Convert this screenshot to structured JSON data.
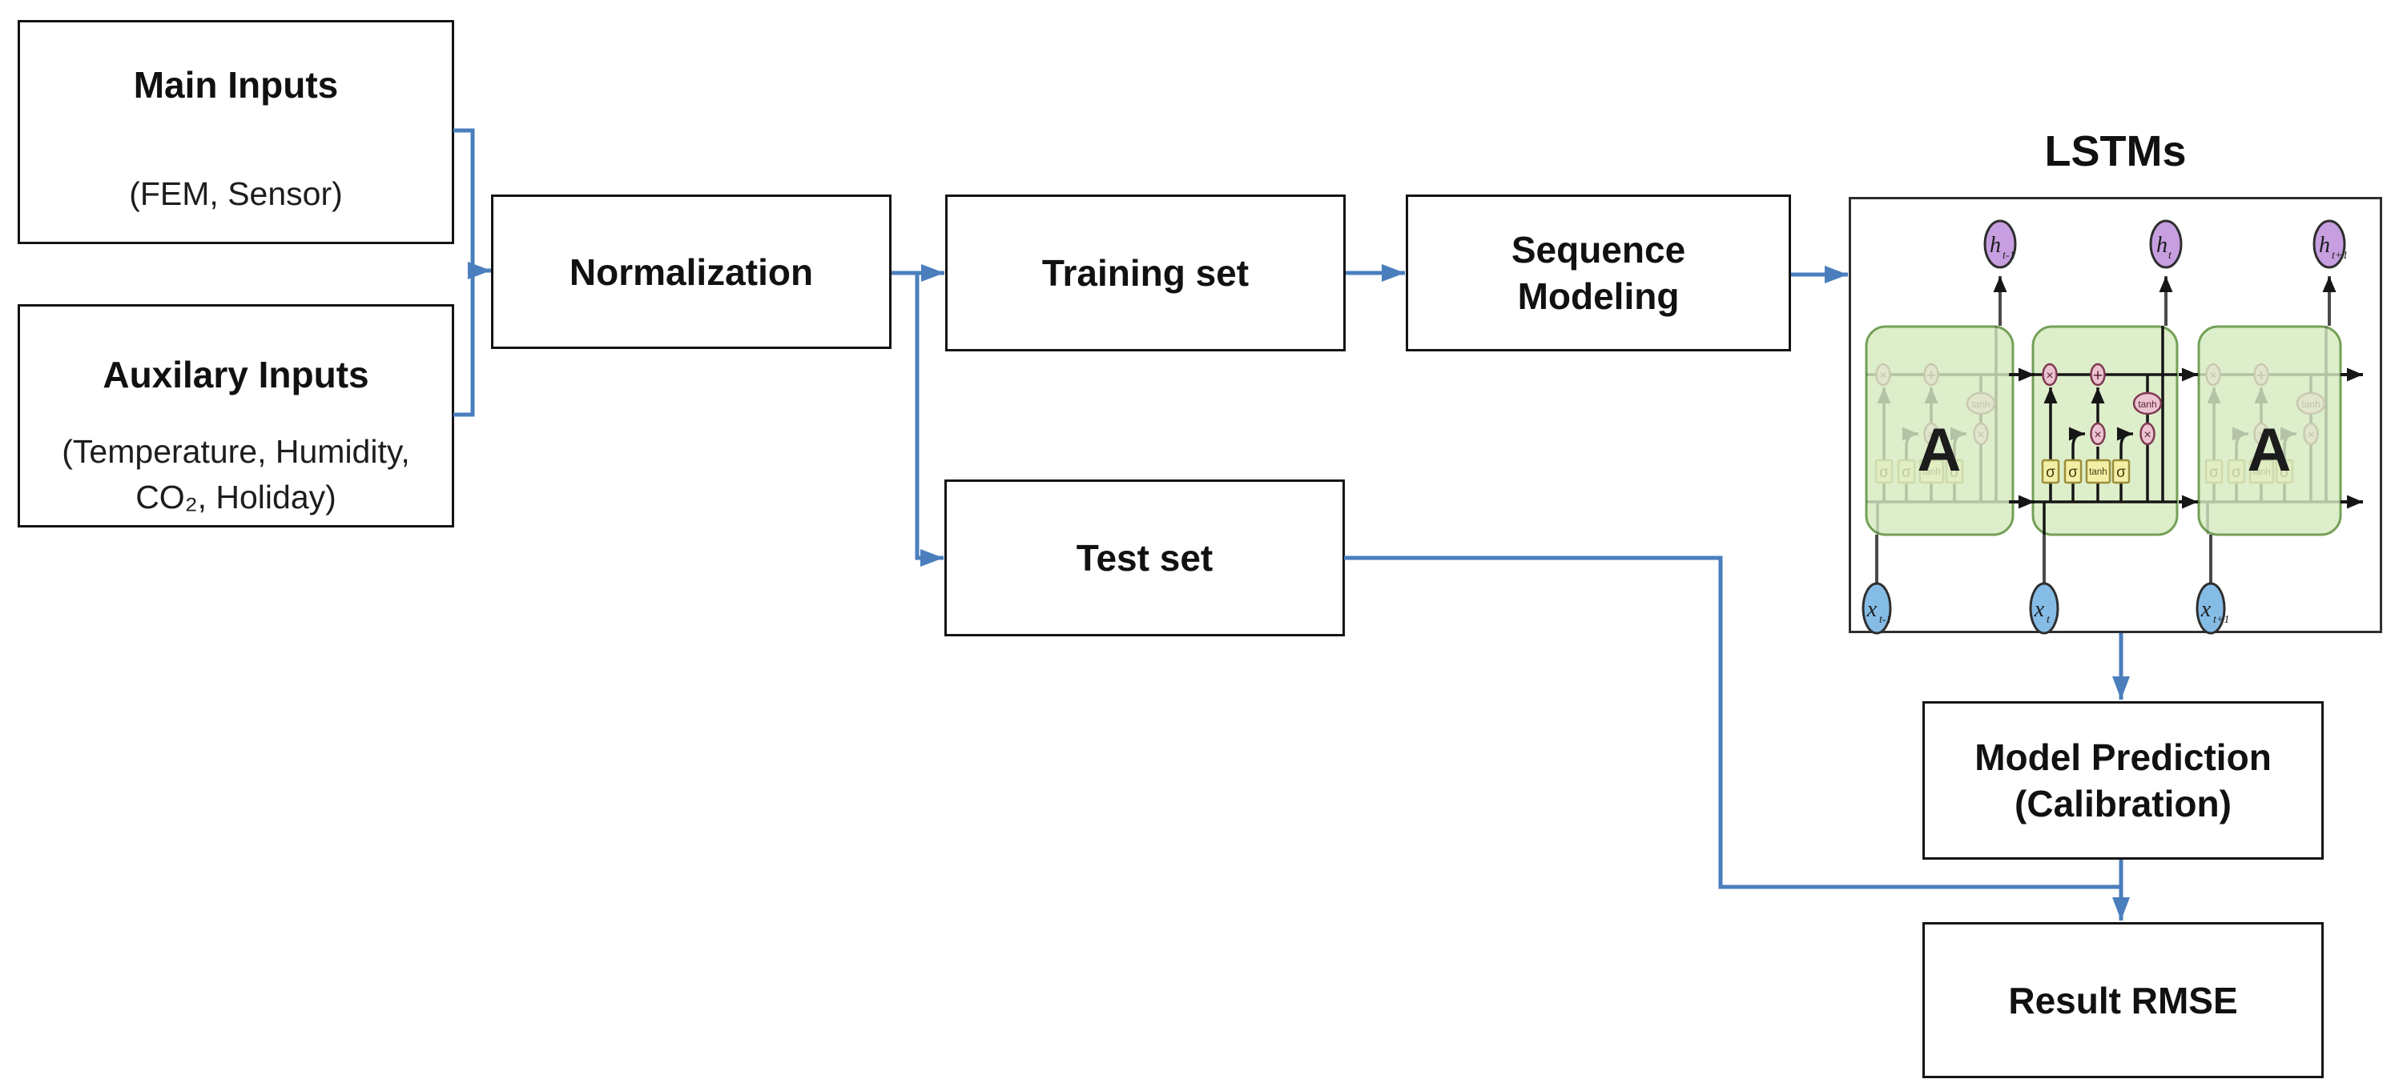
{
  "diagram_title": "LSTMs",
  "flow": {
    "main_inputs": {
      "title": "Main Inputs",
      "subtitle": "(FEM,  Sensor)"
    },
    "aux_inputs": {
      "title": "Auxilary Inputs",
      "subtitle_line1": "(Temperature,  Humidity,",
      "subtitle_line2": "CO₂, Holiday)"
    },
    "normalization": {
      "label": "Normalization"
    },
    "training_set": {
      "label": "Training set"
    },
    "sequence_modeling": {
      "line1": "Sequence",
      "line2": "Modeling"
    },
    "test_set": {
      "label": "Test set"
    },
    "model_prediction": {
      "line1": "Model Prediction",
      "line2": "(Calibration)"
    },
    "result_rmse": {
      "label": "Result RMSE"
    }
  },
  "lstm": {
    "title": "LSTMs",
    "cell_label": "A",
    "gates": [
      "σ",
      "σ",
      "tanh",
      "σ"
    ],
    "ops": {
      "multiply": "×",
      "add": "+",
      "tanh": "tanh"
    },
    "h_labels": [
      {
        "base": "h",
        "sub": "t-1"
      },
      {
        "base": "h",
        "sub": "t"
      },
      {
        "base": "h",
        "sub": "t+1"
      }
    ],
    "x_labels": [
      {
        "base": "x",
        "sub": "t-1"
      },
      {
        "base": "x",
        "sub": "t"
      },
      {
        "base": "x",
        "sub": "t+1"
      }
    ]
  },
  "colors": {
    "connector_blue": "#4a7ebd",
    "box_border": "#141414",
    "cell_fill": "#ddeeca",
    "cell_border": "#74a057",
    "gate_fill": "#f3efa7",
    "gate_border": "#9c8f3a",
    "op_fill": "#ecc3d2",
    "op_border": "#7e3a50",
    "h_ellipse_fill": "#c79fe0",
    "x_ellipse_fill": "#85bce6",
    "diagram_line": "#161616"
  }
}
